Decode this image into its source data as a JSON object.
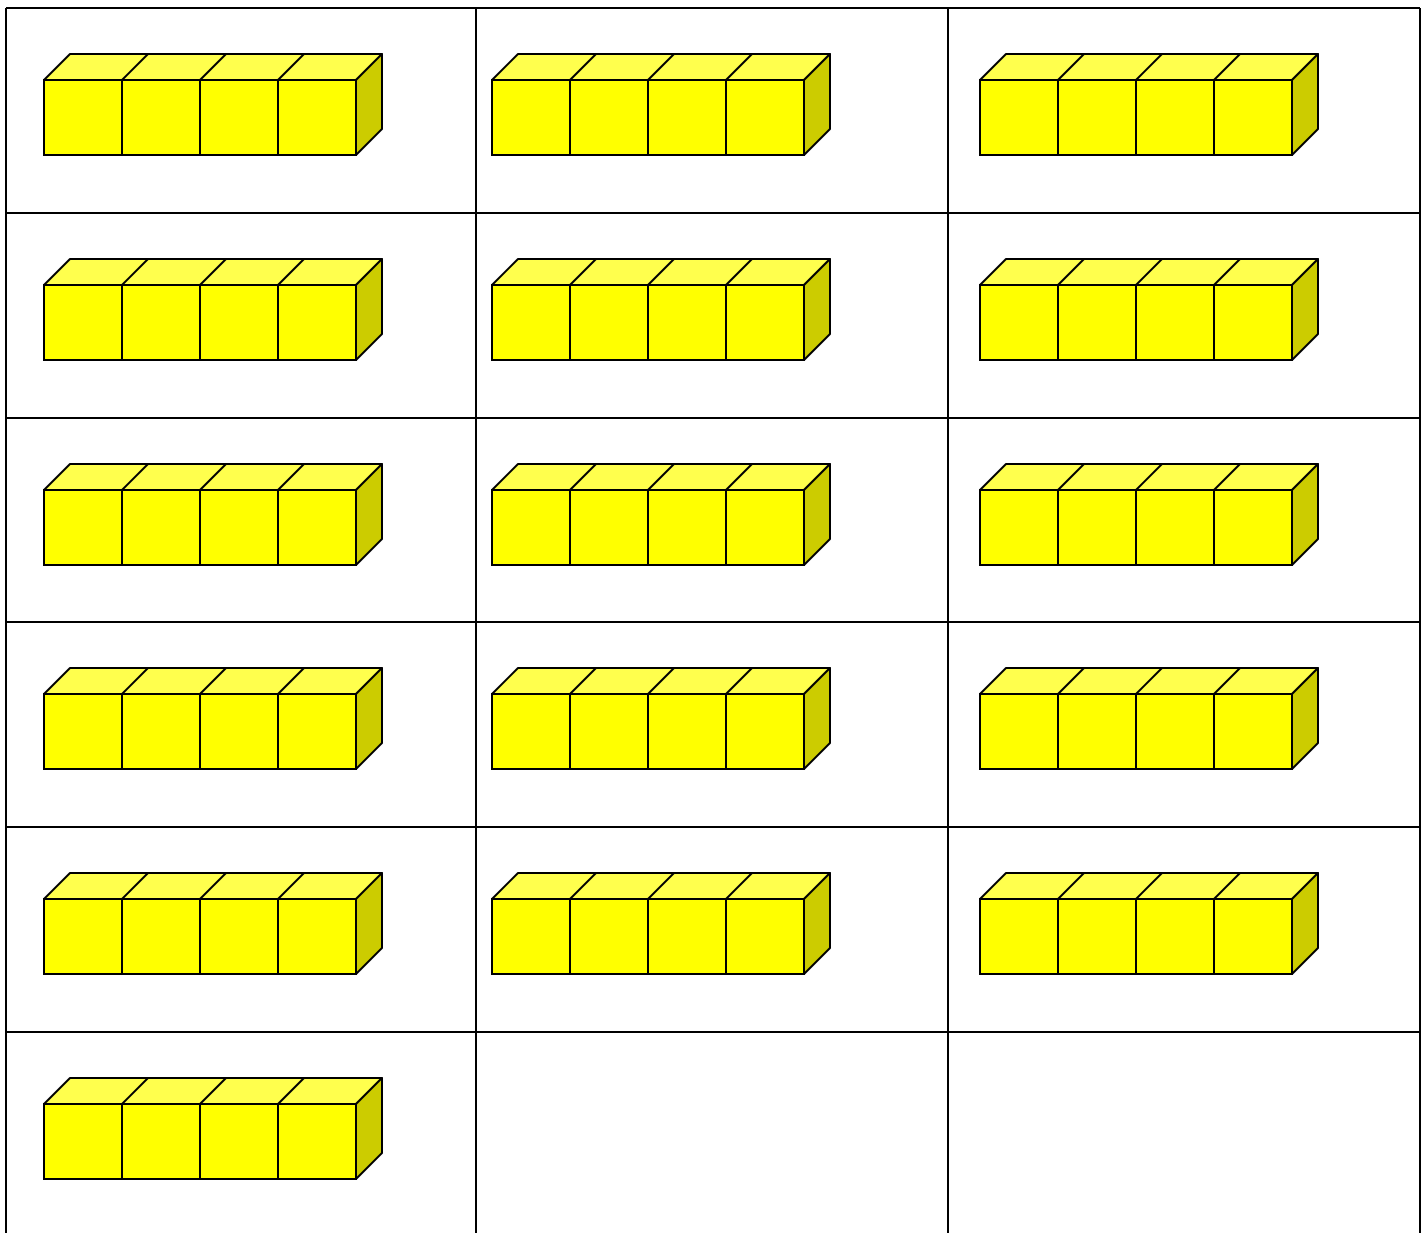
{
  "worksheet": {
    "columns": 3,
    "rows": 6,
    "cells": [
      {
        "cubes": 4
      },
      {
        "cubes": 4
      },
      {
        "cubes": 4
      },
      {
        "cubes": 4
      },
      {
        "cubes": 4
      },
      {
        "cubes": 4
      },
      {
        "cubes": 4
      },
      {
        "cubes": 4
      },
      {
        "cubes": 4
      },
      {
        "cubes": 4
      },
      {
        "cubes": 4
      },
      {
        "cubes": 4
      },
      {
        "cubes": 4
      },
      {
        "cubes": 4
      },
      {
        "cubes": 4
      },
      {
        "cubes": 4
      },
      {
        "cubes": 0
      },
      {
        "cubes": 0
      }
    ]
  },
  "colors": {
    "cube_front": "#ffff00",
    "cube_top": "#ffff4d",
    "cube_side": "#cccc00",
    "outline": "#000000",
    "grid_line": "#000000",
    "background": "#ffffff"
  }
}
